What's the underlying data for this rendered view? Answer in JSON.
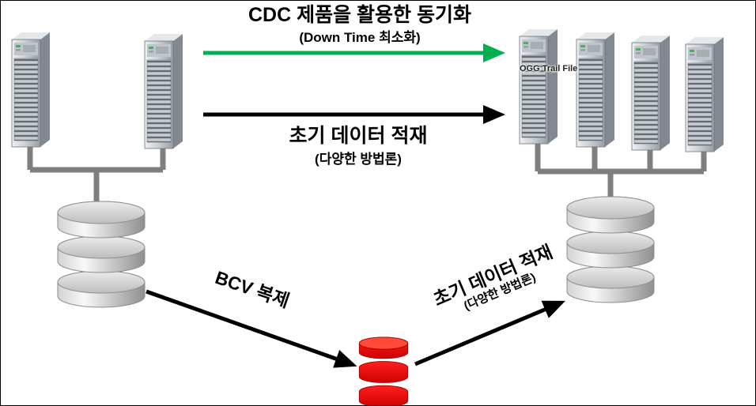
{
  "arrows": {
    "cdc": {
      "title": "CDC 제품을 활용한 동기화",
      "subtitle": "(Down Time 최소화)",
      "color": "#00b050"
    },
    "initial_load": {
      "title": "초기 데이터 적재",
      "subtitle": "(다양한 방법론)",
      "color": "#000000"
    },
    "bcv": {
      "title": "BCV 복제",
      "color": "#000000"
    },
    "staged_load": {
      "title": "초기 데이터 적재",
      "subtitle": "(다양한 방법론)",
      "color": "#000000"
    }
  },
  "annotations": {
    "ogg_trail_file": "OGG Trail File"
  },
  "colors": {
    "connector": "#7f7f7f",
    "gray_database": "#bfbfbf",
    "staging_database": "#e8112d",
    "server_body": "#c7ccd1"
  }
}
